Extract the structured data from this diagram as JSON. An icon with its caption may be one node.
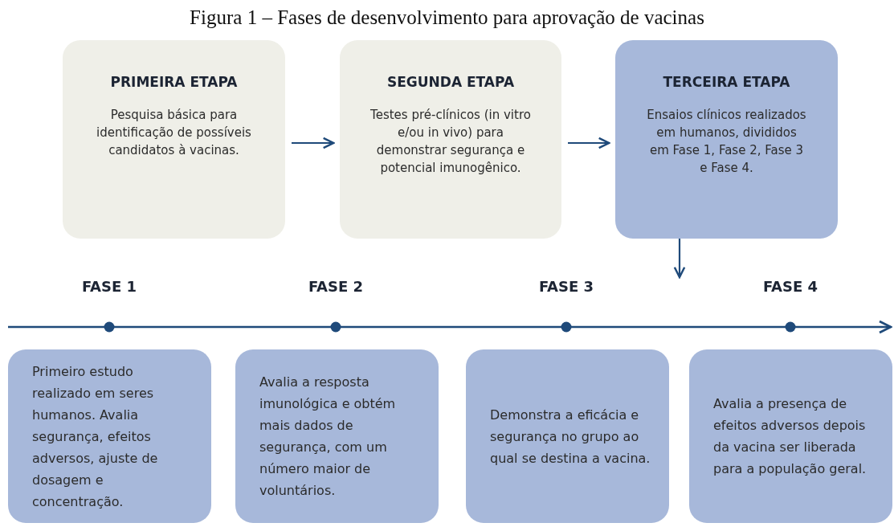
{
  "diagram": {
    "title": "Figura 1 – Fases de desenvolvimento para aprovação de vacinas",
    "nodes": [
      {
        "text": [
          "PRIMEIRA ETAPA",
          "Pesquisa básica para identificação de possíveis candidatos à vacinas."
        ]
      },
      {
        "text": [
          "SEGUNDA ETAPA",
          "Testes pré-clínicos (in vitro e/ou in vivo) para demonstrar segurança e potencial imunogênico."
        ]
      },
      {
        "text": [
          "TERCEIRA ETAPA",
          "Ensaios clínicos realizados em humanos, divididos em Fase 1, Fase 2, Fase 3 e Fase 4."
        ]
      },
      {
        "text": [
          "Primeiro estudo realizado em seres humanos. Avalia segurança, efeitos adversos, ajuste de dosagem e concentração."
        ],
        "beside": [
          "FASE 1"
        ]
      },
      {
        "text": [
          "Avalia a resposta imunológica e obtém mais dados de segurança, com um número maior de voluntários."
        ],
        "beside": [
          "FASE 2"
        ]
      },
      {
        "text": [
          "Demonstra a eficácia e segurança no grupo ao qual se destina a vacina."
        ],
        "beside": [
          "FASE 3"
        ]
      },
      {
        "text": [
          "Avalia a presença de efeitos adversos depois da vacina ser liberada para a população geral."
        ],
        "beside": [
          "FASE 4"
        ]
      }
    ],
    "edges": [
      {
        "from": 0,
        "to": 1,
        "arrow": "to"
      },
      {
        "from": 1,
        "to": 2,
        "arrow": "to"
      },
      {
        "from": 2,
        "to": null,
        "arrow": "to"
      }
    ]
  }
}
